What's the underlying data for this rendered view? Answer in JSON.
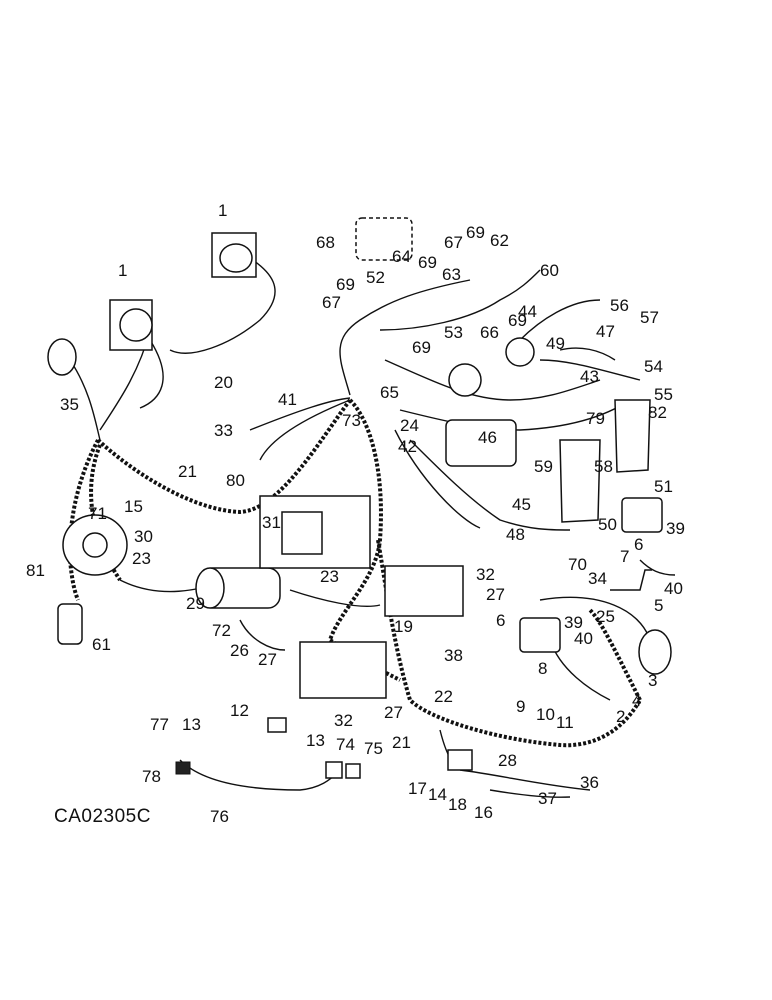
{
  "drawing_code": "CA02305C",
  "callouts": [
    "1",
    "1",
    "68",
    "69",
    "67",
    "62",
    "60",
    "67",
    "69",
    "64",
    "69",
    "63",
    "52",
    "56",
    "57",
    "44",
    "47",
    "69",
    "66",
    "53",
    "69",
    "49",
    "54",
    "35",
    "20",
    "65",
    "43",
    "55",
    "82",
    "41",
    "33",
    "73",
    "24",
    "79",
    "42",
    "46",
    "58",
    "51",
    "80",
    "21",
    "59",
    "15",
    "45",
    "71",
    "50",
    "31",
    "48",
    "30",
    "39",
    "6",
    "70",
    "23",
    "7",
    "40",
    "81",
    "32",
    "34",
    "23",
    "27",
    "29",
    "5",
    "25",
    "72",
    "6",
    "39",
    "40",
    "61",
    "19",
    "26",
    "27",
    "38",
    "3",
    "4",
    "8",
    "32",
    "22",
    "2",
    "12",
    "9",
    "10",
    "11",
    "27",
    "21",
    "13",
    "13",
    "77",
    "74",
    "75",
    "78",
    "17",
    "28",
    "14",
    "36",
    "18",
    "37",
    "16",
    "76"
  ]
}
